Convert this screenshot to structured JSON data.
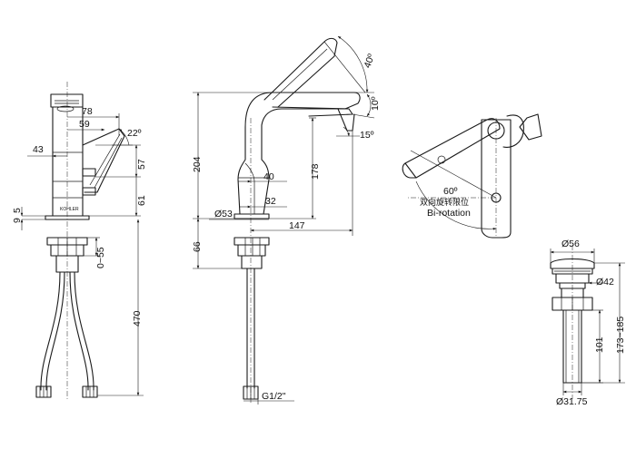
{
  "dimensions": {
    "front": {
      "d78": "78",
      "d59": "59",
      "d22": "22º",
      "d43": "43",
      "d57": "57",
      "d61": "61",
      "d9": "9",
      "d5": "5",
      "d0_55": "0~55",
      "d470": "470"
    },
    "side": {
      "d40deg": "40º",
      "d10deg": "10º",
      "d15deg": "15º",
      "d204": "204",
      "d178": "178",
      "d40": "40",
      "d32": "32",
      "d53": "Ø53",
      "d147": "147",
      "d66": "66",
      "g12": "G1/2\""
    },
    "top": {
      "d60": "60º",
      "label_cn": "双向旋转限位",
      "label_en": "Bi-rotation"
    },
    "drain": {
      "d56": "Ø56",
      "d42": "Ø42",
      "d101": "101",
      "d173": "173~185",
      "d3175": "Ø31.75"
    }
  }
}
